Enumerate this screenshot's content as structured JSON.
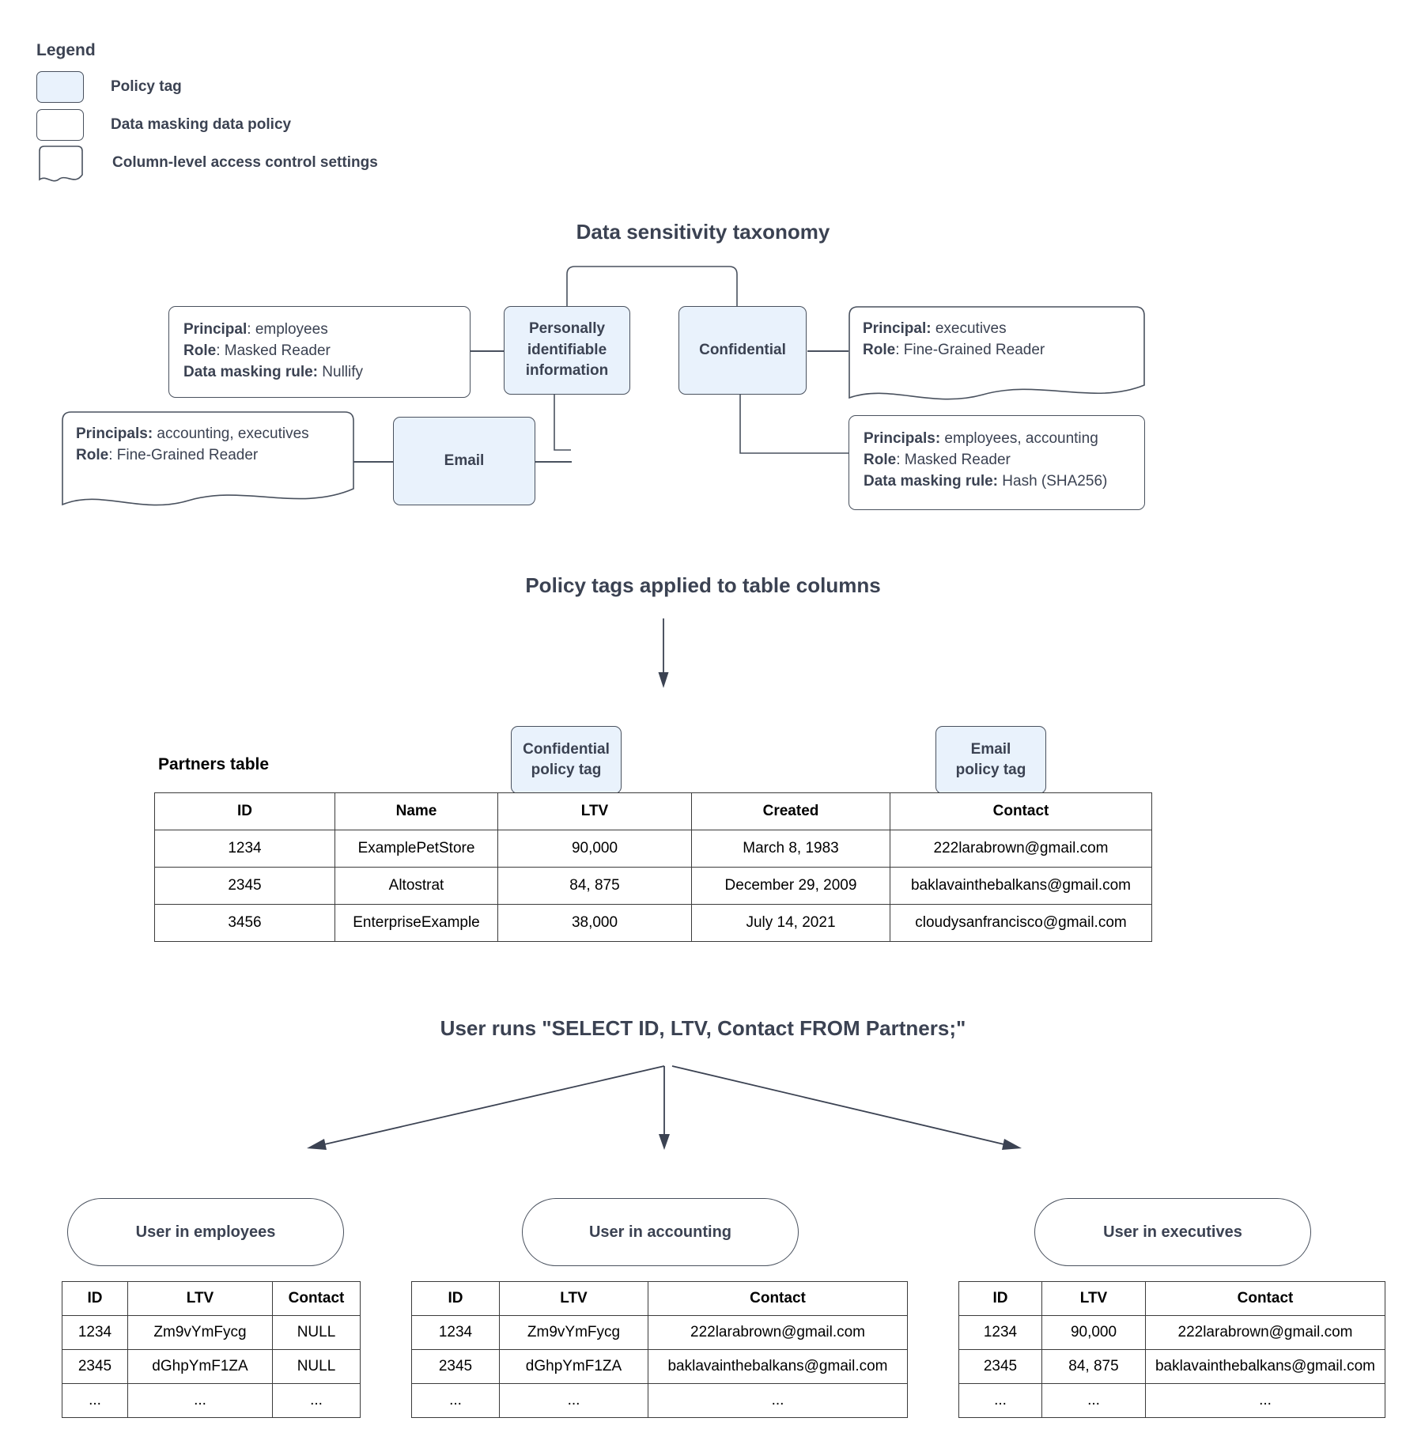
{
  "legend": {
    "title": "Legend",
    "items": [
      {
        "label": "Policy tag",
        "shape": "rounded-filled"
      },
      {
        "label": "Data masking data policy",
        "shape": "rounded"
      },
      {
        "label": "Column-level access control settings",
        "shape": "wavy-bottom"
      }
    ]
  },
  "taxonomy": {
    "title": "Data sensitivity taxonomy",
    "tags": {
      "pii": "Personally identifiable information",
      "confidential": "Confidential",
      "email": "Email"
    },
    "pii_masking": {
      "l1_key": "Principal",
      "l1_sep": ": ",
      "l1_val": "employees",
      "l2_key": "Role",
      "l2_sep": ": ",
      "l2_val": "Masked Reader",
      "l3_key": "Data masking rule:",
      "l3_val": " Nullify"
    },
    "email_access": {
      "l1_key": "Principals:",
      "l1_val": " accounting, executives",
      "l2_key": "Role",
      "l2_sep": ": ",
      "l2_val": "Fine-Grained Reader"
    },
    "confidential_access": {
      "l1_key": "Principal:",
      "l1_val": " executives",
      "l2_key": "Role",
      "l2_sep": ": ",
      "l2_val": "Fine-Grained Reader"
    },
    "confidential_masking": {
      "l1_key": "Principals:",
      "l1_val": " employees, accounting",
      "l2_key": "Role",
      "l2_sep": ": ",
      "l2_val": "Masked Reader",
      "l3_key": "Data masking rule:",
      "l3_val": " Hash (SHA256)"
    }
  },
  "applied": {
    "title": "Policy tags applied to table columns",
    "table_label": "Partners table",
    "tag_confidential_l1": "Confidential",
    "tag_confidential_l2": "policy tag",
    "tag_email_l1": "Email",
    "tag_email_l2": "policy tag"
  },
  "chart_data": {
    "type": "table",
    "title": "Partners table",
    "columns": [
      "ID",
      "Name",
      "LTV",
      "Created",
      "Contact"
    ],
    "rows": [
      [
        "1234",
        "ExamplePetStore",
        "90,000",
        "March 8, 1983",
        "222larabrown@gmail.com"
      ],
      [
        "2345",
        "Altostrat",
        "84, 875",
        "December 29, 2009",
        "baklavainthebalkans@gmail.com"
      ],
      [
        "3456",
        "EnterpriseExample",
        "38,000",
        "July 14, 2021",
        "cloudysanfrancisco@gmail.com"
      ]
    ]
  },
  "query": {
    "title": "User runs \"SELECT ID, LTV, Contact FROM Partners;\""
  },
  "results": [
    {
      "role_label": "User in employees",
      "columns": [
        "ID",
        "LTV",
        "Contact"
      ],
      "rows": [
        [
          "1234",
          "Zm9vYmFycg",
          "NULL"
        ],
        [
          "2345",
          "dGhpYmF1ZA",
          "NULL"
        ],
        [
          "...",
          "...",
          "..."
        ]
      ]
    },
    {
      "role_label": "User in accounting",
      "columns": [
        "ID",
        "LTV",
        "Contact"
      ],
      "rows": [
        [
          "1234",
          "Zm9vYmFycg",
          "222larabrown@gmail.com"
        ],
        [
          "2345",
          "dGhpYmF1ZA",
          "baklavainthebalkans@gmail.com"
        ],
        [
          "...",
          "...",
          "..."
        ]
      ]
    },
    {
      "role_label": "User in executives",
      "columns": [
        "ID",
        "LTV",
        "Contact"
      ],
      "rows": [
        [
          "1234",
          "90,000",
          "222larabrown@gmail.com"
        ],
        [
          "2345",
          "84, 875",
          "baklavainthebalkans@gmail.com"
        ],
        [
          "...",
          "...",
          "..."
        ]
      ]
    }
  ],
  "colors": {
    "policy_tag_fill": "#e9f2fc",
    "stroke": "#49515e",
    "text": "#3b4252",
    "table_stroke": "#3b3b3b"
  }
}
